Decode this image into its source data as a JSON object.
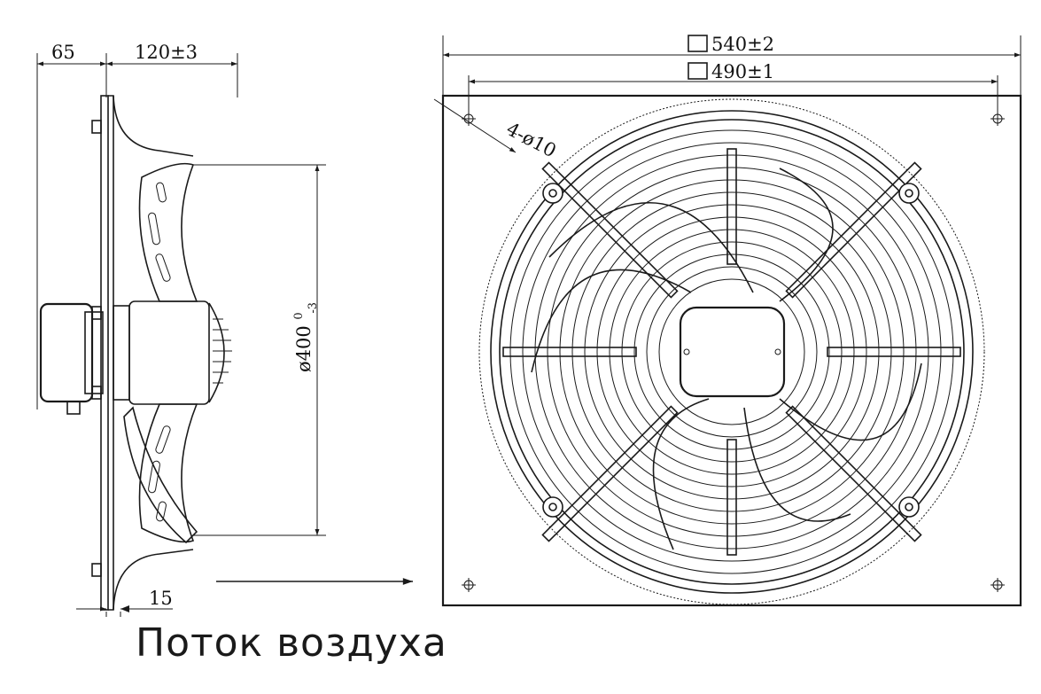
{
  "side_view": {
    "dim_motor_depth": "65",
    "dim_overall_depth": "120±3",
    "dim_diameter_main": "ø400",
    "dim_diameter_sup": "0",
    "dim_diameter_sub": "-3",
    "dim_flange": "15"
  },
  "front_view": {
    "dim_plate_outer": "540±2",
    "dim_hole_pitch": "490±1",
    "dim_holes": "4-ø10"
  },
  "caption": "Поток воздуха"
}
